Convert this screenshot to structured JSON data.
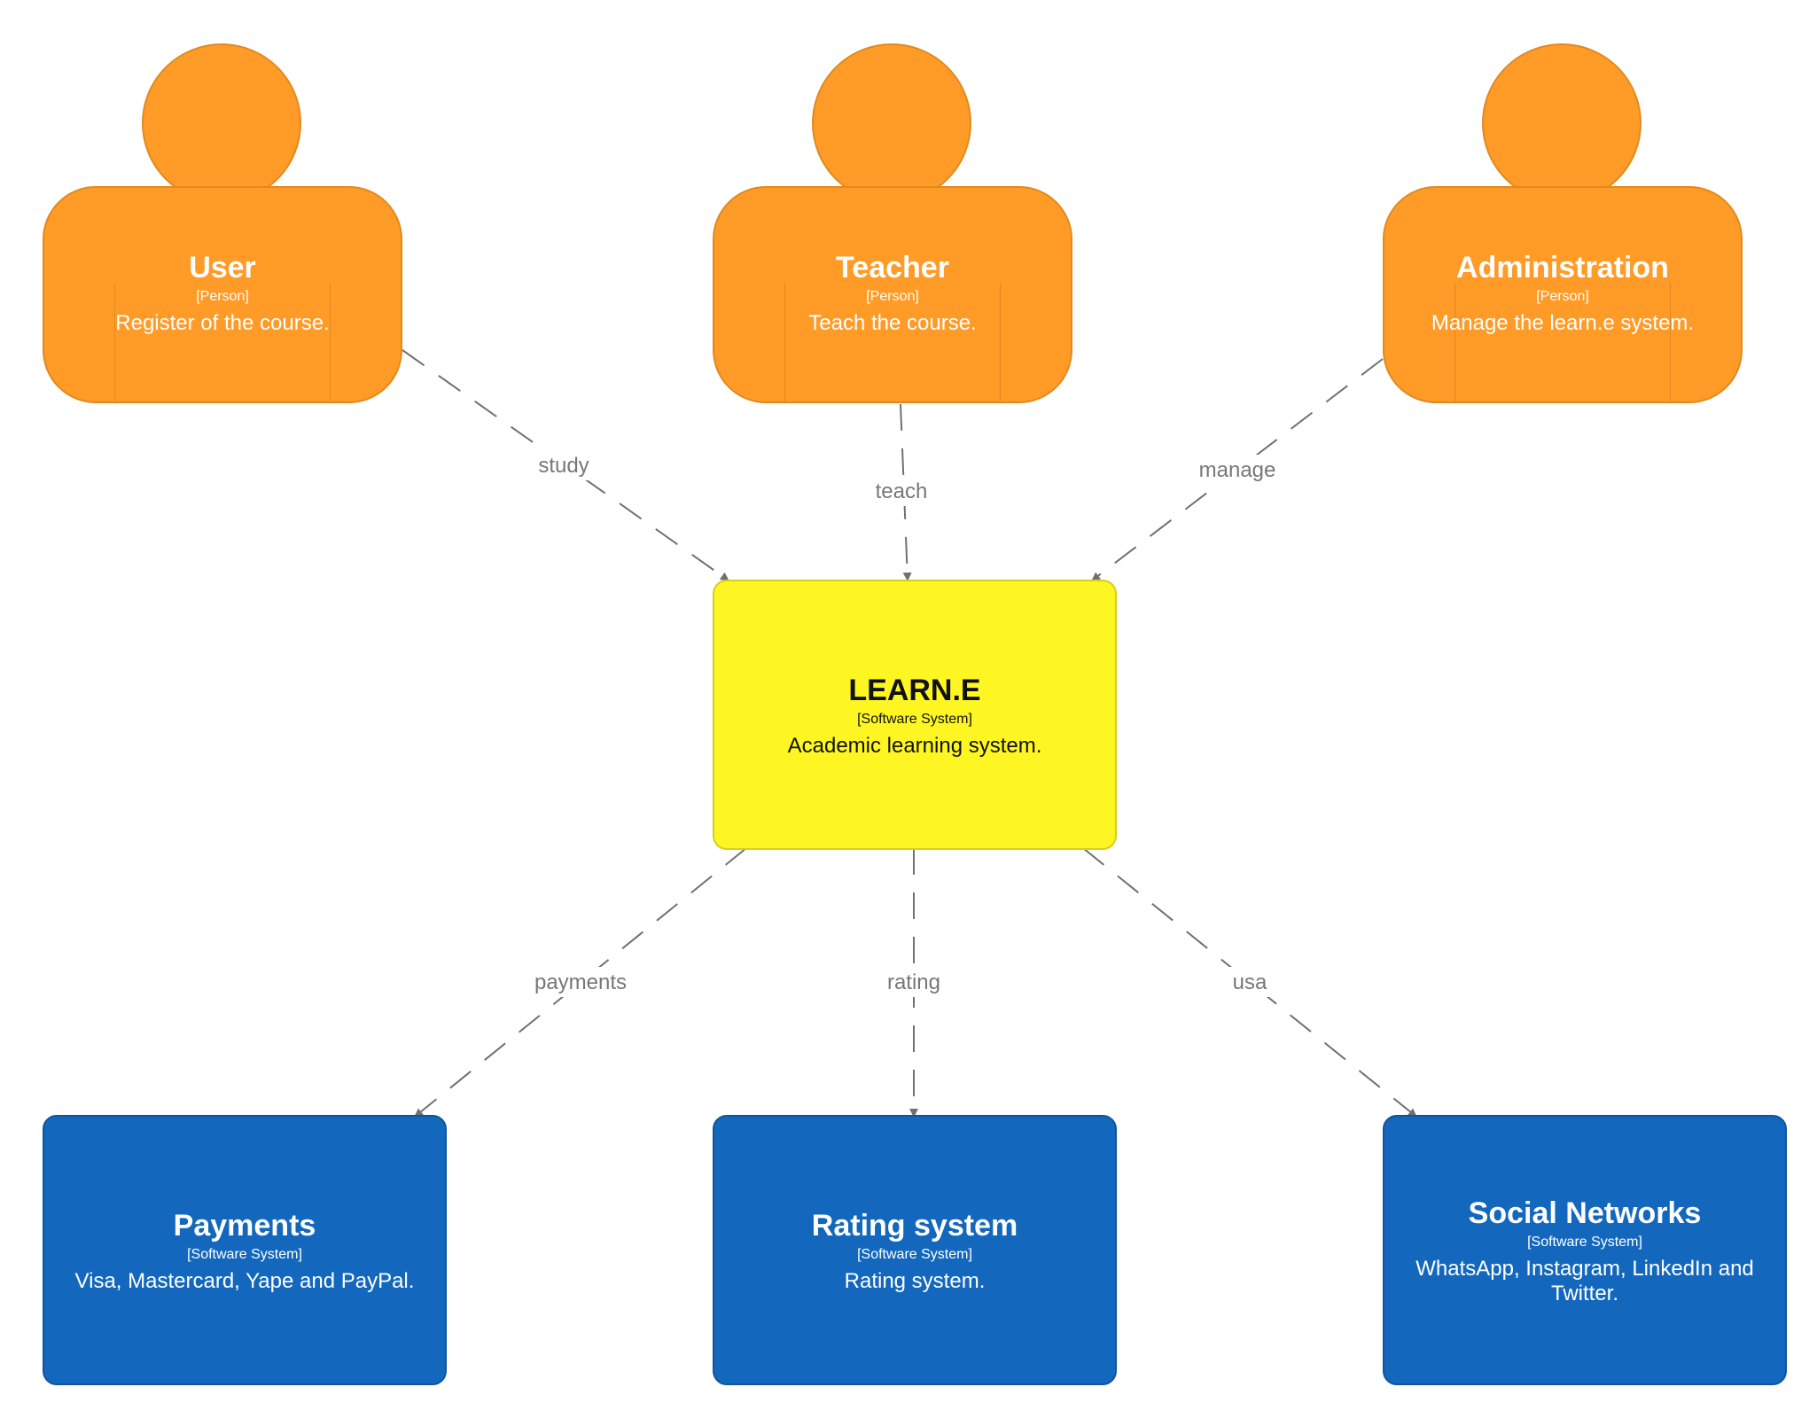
{
  "colors": {
    "person_fill": "#FF9B26",
    "person_border": "#E08A1E",
    "system_fill": "#FEF623",
    "system_border": "#D6CF1A",
    "external_fill": "#1368BD",
    "external_border": "#0E54A0",
    "edge": "#707070",
    "edge_label": "#777777"
  },
  "persons": [
    {
      "name": "User",
      "tag": "[Person]",
      "description": "Register of the course."
    },
    {
      "name": "Teacher",
      "tag": "[Person]",
      "description": "Teach the course."
    },
    {
      "name": "Administration",
      "tag": "[Person]",
      "description": "Manage the learn.e system."
    }
  ],
  "system": {
    "name": "LEARN.E",
    "tag": "[Software System]",
    "description": "Academic learning system."
  },
  "externals": [
    {
      "name": "Payments",
      "tag": "[Software System]",
      "description": "Visa, Mastercard, Yape and PayPal."
    },
    {
      "name": "Rating system",
      "tag": "[Software System]",
      "description": "Rating system."
    },
    {
      "name": "Social Networks",
      "tag": "[Software System]",
      "description": "WhatsApp, Instagram, LinkedIn and Twitter."
    }
  ],
  "relationships": [
    {
      "label": "study"
    },
    {
      "label": "teach"
    },
    {
      "label": "manage"
    },
    {
      "label": "payments"
    },
    {
      "label": "rating"
    },
    {
      "label": "usa"
    }
  ]
}
